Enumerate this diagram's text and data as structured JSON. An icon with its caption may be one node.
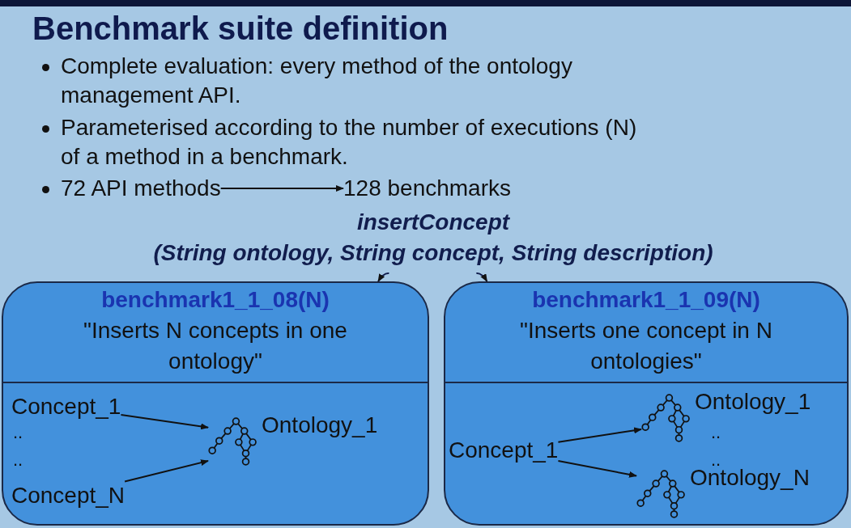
{
  "diagram": {
    "title": "Benchmark suite definition",
    "nodes": [
      {
        "text": [
          "72 API methods"
        ]
      },
      {
        "text": [
          "128 benchmarks"
        ]
      },
      {
        "text": [
          "insertConcept",
          "(String ontology, String concept, String description)"
        ]
      },
      {
        "text": [
          "benchmark1_1_08(N)",
          "\"Inserts N concepts in one ontology\""
        ]
      },
      {
        "text": [
          "Concept_1"
        ],
        "in": 3
      },
      {
        "text": [
          "Concept_N"
        ],
        "in": 3
      },
      {
        "text": [
          "Ontology_1"
        ],
        "in": 3
      },
      {
        "text": [
          "benchmark1_1_09(N)",
          "\"Inserts one concept in N ontologies\""
        ]
      },
      {
        "text": [
          "Concept_1"
        ],
        "in": 7
      },
      {
        "text": [
          "Ontology_1"
        ],
        "in": 7
      },
      {
        "text": [
          "Ontology_N"
        ],
        "in": 7
      }
    ],
    "edges": [
      {
        "from": 0,
        "to": 1,
        "arrow": "to"
      },
      {
        "from": 2,
        "to": 3,
        "arrow": "to"
      },
      {
        "from": 2,
        "to": 7,
        "arrow": "to"
      },
      {
        "from": 4,
        "to": 6,
        "arrow": "to"
      },
      {
        "from": 5,
        "to": 6,
        "arrow": "to"
      },
      {
        "from": 8,
        "to": 9,
        "arrow": "to"
      },
      {
        "from": 8,
        "to": 10,
        "arrow": "to"
      }
    ],
    "labels": [
      "Complete evaluation: every method of the ontology management API.",
      "Parameterised according to the number of executions (N) of a method in a benchmark.",
      "..",
      "..",
      "..",
      ".."
    ]
  }
}
